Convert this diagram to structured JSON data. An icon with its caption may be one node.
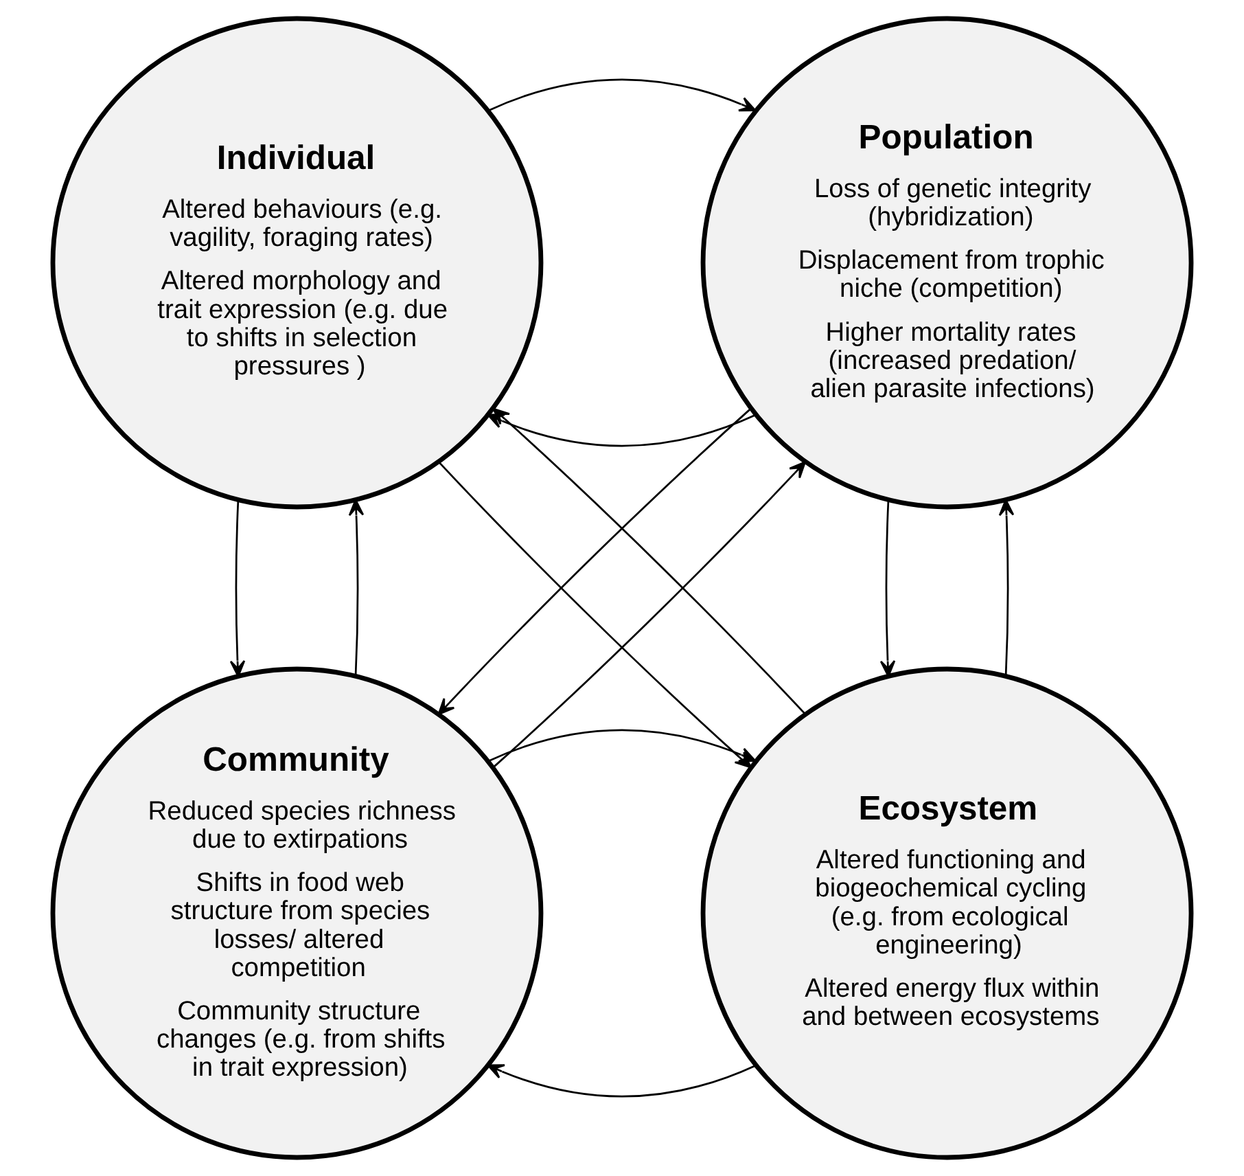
{
  "diagram": {
    "nodes": [
      {
        "text": [
          "Individual",
          "Altered behaviours (e.g. vagility, foraging rates)",
          "Altered morphology and trait expression (e.g. due to shifts in selection pressures )"
        ]
      },
      {
        "text": [
          "Population",
          "Loss of genetic integrity (hybridization)",
          "Displacement from trophic niche (competition)",
          "Higher mortality rates (increased predation/ alien parasite infections)"
        ]
      },
      {
        "text": [
          "Community",
          "Reduced species richness due to extirpations",
          "Shifts in food web structure from species losses/ altered competition",
          "Community structure changes (e.g. from shifts in trait expression)"
        ]
      },
      {
        "text": [
          "Ecosystem",
          "Altered functioning and biogeochemical cycling (e.g. from ecological engineering)",
          "Altered energy flux within and between ecosystems"
        ]
      }
    ],
    "edges": [
      {
        "from": 1,
        "to": 0,
        "arrow": "to"
      },
      {
        "from": 0,
        "to": 1,
        "arrow": "to"
      },
      {
        "from": 0,
        "to": 2,
        "arrow": "to"
      },
      {
        "from": 2,
        "to": 0,
        "arrow": "to"
      },
      {
        "from": 1,
        "to": 3,
        "arrow": "to"
      },
      {
        "from": 3,
        "to": 1,
        "arrow": "to"
      },
      {
        "from": 3,
        "to": 0,
        "arrow": "to"
      },
      {
        "from": 0,
        "to": 3,
        "arrow": "to"
      },
      {
        "from": 2,
        "to": 1,
        "arrow": "to"
      },
      {
        "from": 1,
        "to": 2,
        "arrow": "to"
      },
      {
        "from": 3,
        "to": 2,
        "arrow": "to"
      },
      {
        "from": 2,
        "to": 3,
        "arrow": "to"
      }
    ]
  }
}
